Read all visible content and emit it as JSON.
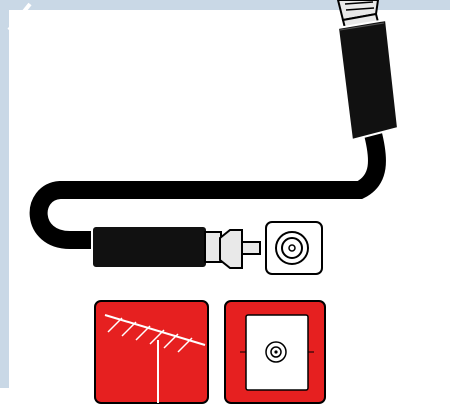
{
  "diagram": {
    "colors": {
      "frame": "#c9d8e6",
      "cable": "#111111",
      "connector_silver": "#e9e9e9",
      "outline": "#000000",
      "icon_red": "#e62020",
      "white": "#ffffff"
    },
    "parts": [
      {
        "name": "panel-frame"
      },
      {
        "name": "coax-cable"
      },
      {
        "name": "connector-top"
      },
      {
        "name": "connector-bottom"
      },
      {
        "name": "coax-wall-jack"
      },
      {
        "name": "antenna-icon"
      },
      {
        "name": "wall-outlet-icon"
      }
    ]
  }
}
